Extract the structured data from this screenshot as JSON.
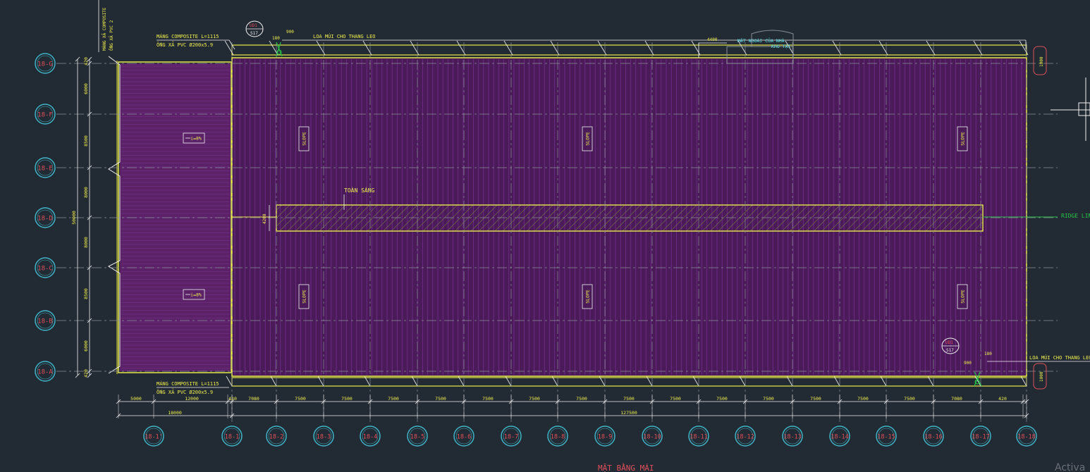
{
  "colors": {
    "background": "#222a33",
    "roof": "#4a1a59",
    "roof_dense": "#5b2268",
    "sheet_line": "#8a3aa8",
    "outline": "#e8e84a",
    "dim": "#f0f050",
    "grid_bubble": "#3fb4c6",
    "grid_text": "#e0505a",
    "ridge": "#27c447",
    "white": "#f2f2f2",
    "cyan": "#5ee6ef",
    "dash": "#8a8f96"
  },
  "grid_rows": [
    "18-G",
    "18-F",
    "18-E",
    "18-D",
    "18-C",
    "18-B",
    "18-A"
  ],
  "grid_cols": [
    "18-1'",
    "18-1",
    "18-2",
    "18-3",
    "18-4",
    "18-5",
    "18-6",
    "18-7",
    "18-8",
    "18-9",
    "18-10",
    "18-11",
    "18-12",
    "18-13",
    "18-14",
    "18-15",
    "18-16",
    "18-17",
    "18-18"
  ],
  "dims_bottom": [
    "5000",
    "12000",
    "420",
    "7080",
    "7500",
    "7500",
    "7500",
    "7500",
    "7500",
    "7500",
    "7500",
    "7500",
    "7500",
    "7500",
    "7500",
    "7500",
    "7500",
    "7500",
    "7080",
    "420"
  ],
  "dims_bottom_totals": [
    "18000",
    "127500"
  ],
  "dims_left": [
    "420",
    "6000",
    "8500",
    "8000",
    "8000",
    "8500",
    "6000",
    "420"
  ],
  "dim_left_total": "50000",
  "notes": {
    "top_left_1": "MÁNG COMPOSITE L=1115",
    "top_left_2": "ỐNG XẢ PVC Ø200x5.9",
    "bottom_left_1": "MÁNG COMPOSITE L=1115",
    "bottom_left_2": "ỐNG XẢ PVC Ø200x5.9",
    "ladder_top": "LOA MÚI CHO THANG LEO",
    "ladder_bottom": "LOA MÚI CHO THANG LEO",
    "vent_top": "MẶT NGOÀI CỦA NHÀ",
    "vent_top2": "KHO TẠI",
    "skylight": "TOÀN SÁNG",
    "ridge_line": "RIDGE LINE",
    "vertical_left_1": "MÁNG XẢ COMPOSITE",
    "vertical_left_2": "ỐNG XẢ PVC 2",
    "slope": "SLOPE",
    "slope_ratio": "i=8%",
    "dim_900": "900",
    "dim_180": "180",
    "dim_4400": "4400",
    "dim_1000": "1000",
    "dim_4200": "4200",
    "tag_top": "UD1",
    "tag_top_num": "S17",
    "tag_bottom": "UD1",
    "tag_bottom_num": "S17",
    "title": "MẶT BẰNG MÁI",
    "watermark": "Activa"
  }
}
